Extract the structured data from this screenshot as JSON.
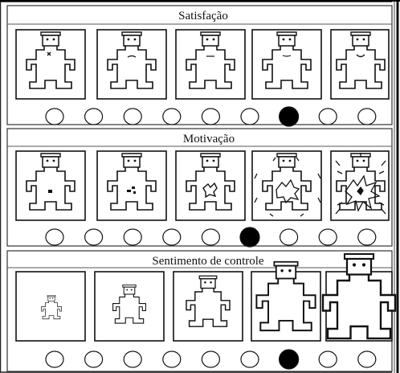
{
  "sections": [
    {
      "title": "Satisfação",
      "selected_index": 6,
      "option_count": 9,
      "figures": [
        {
          "icon": "sad-figure-icon"
        },
        {
          "icon": "unhappy-figure-icon"
        },
        {
          "icon": "neutral-figure-icon"
        },
        {
          "icon": "content-figure-icon"
        },
        {
          "icon": "happy-figure-icon"
        }
      ]
    },
    {
      "title": "Motivação",
      "selected_index": 5,
      "option_count": 9,
      "figures": [
        {
          "icon": "calm-figure-icon"
        },
        {
          "icon": "slightly-aroused-figure-icon"
        },
        {
          "icon": "moderately-aroused-figure-icon"
        },
        {
          "icon": "excited-figure-icon"
        },
        {
          "icon": "very-excited-figure-icon"
        }
      ]
    },
    {
      "title": "Sentimento de controle",
      "selected_index": 6,
      "option_count": 9,
      "figures": [
        {
          "icon": "tiny-figure-icon"
        },
        {
          "icon": "small-figure-icon"
        },
        {
          "icon": "medium-figure-icon"
        },
        {
          "icon": "large-figure-icon"
        },
        {
          "icon": "huge-figure-icon"
        }
      ]
    }
  ]
}
